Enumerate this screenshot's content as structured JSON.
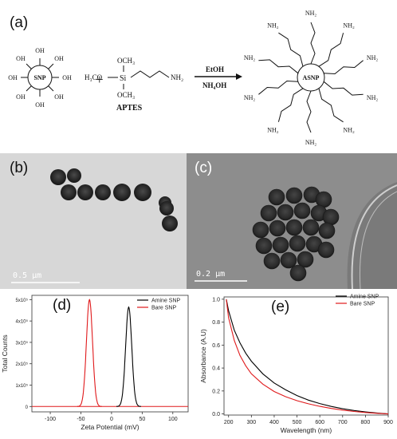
{
  "panel_a": {
    "label": "(a)",
    "snp_label": "SNP",
    "oh": "OH",
    "plus": "+",
    "aptes": {
      "ch3o": "H₃CO",
      "si": "Si",
      "och3_top": "OCH₃",
      "och3_bottom": "OCH₃",
      "nh2": "NH₂",
      "name": "APTES"
    },
    "reagent_top": "EtOH",
    "reagent_bottom": "NH₄OH",
    "asnp_label": "ASNP",
    "nh2": "NH₂"
  },
  "panel_b": {
    "label": "(b)",
    "scale": "0.5 µm"
  },
  "panel_c": {
    "label": "(c)",
    "scale": "0.2 µm"
  },
  "chart_data": [
    {
      "panel": "(d)",
      "type": "line",
      "xlabel": "Zeta Potential (mV)",
      "ylabel": "Total Counts",
      "xlim": [
        -130,
        125
      ],
      "ylim": [
        -25000,
        520000
      ],
      "x_ticks": [
        "-100",
        "-50",
        "0",
        "50",
        "100"
      ],
      "x_tick_values": [
        -100,
        -50,
        0,
        50,
        100
      ],
      "y_ticks": [
        "0",
        "1x10⁵",
        "2x10⁵",
        "3x10⁵",
        "4x10⁵",
        "5x10⁵"
      ],
      "y_tick_values": [
        0,
        100000,
        200000,
        300000,
        400000,
        500000
      ],
      "legend_position": "top-right",
      "series": [
        {
          "name": "Amine SNP",
          "color": "#000000",
          "peak_x": 28,
          "sigma": 5,
          "peak_y": 465000
        },
        {
          "name": "Bare SNP",
          "color": "#e0191b",
          "peak_x": -36,
          "sigma": 5,
          "peak_y": 500000
        }
      ]
    },
    {
      "panel": "(e)",
      "type": "line",
      "xlabel": "Wavelength (nm)",
      "ylabel": "Absorbance (A.U)",
      "xlim": [
        180,
        900
      ],
      "ylim": [
        -0.01,
        1.02
      ],
      "x_ticks": [
        "200",
        "300",
        "400",
        "500",
        "600",
        "700",
        "800",
        "900"
      ],
      "x_tick_values": [
        200,
        300,
        400,
        500,
        600,
        700,
        800,
        900
      ],
      "y_ticks": [
        "0.0",
        "0.2",
        "0.4",
        "0.6",
        "0.8",
        "1.0"
      ],
      "y_tick_values": [
        0,
        0.2,
        0.4,
        0.6,
        0.8,
        1.0
      ],
      "legend_position": "top-right",
      "series": [
        {
          "name": "Amine SNP",
          "color": "#000000",
          "x": [
            190,
            200,
            225,
            250,
            275,
            300,
            350,
            400,
            450,
            500,
            550,
            600,
            650,
            700,
            750,
            800,
            850,
            900
          ],
          "y": [
            1.0,
            0.9,
            0.73,
            0.62,
            0.53,
            0.46,
            0.35,
            0.27,
            0.21,
            0.16,
            0.12,
            0.09,
            0.065,
            0.045,
            0.03,
            0.018,
            0.008,
            0.0
          ]
        },
        {
          "name": "Bare SNP",
          "color": "#e0191b",
          "x": [
            190,
            200,
            225,
            250,
            275,
            300,
            350,
            400,
            450,
            500,
            550,
            600,
            650,
            700,
            750,
            800,
            850,
            900
          ],
          "y": [
            1.0,
            0.84,
            0.64,
            0.51,
            0.42,
            0.35,
            0.26,
            0.195,
            0.15,
            0.115,
            0.088,
            0.066,
            0.048,
            0.033,
            0.021,
            0.012,
            0.005,
            0.0
          ]
        }
      ]
    }
  ]
}
